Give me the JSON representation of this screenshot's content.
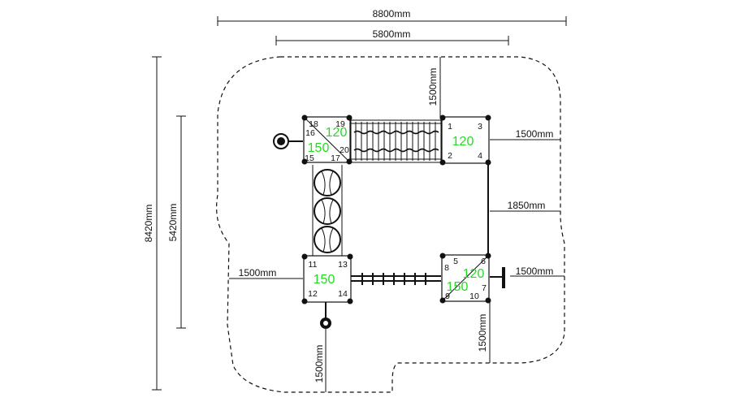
{
  "dimensions": {
    "total_width": "8800mm",
    "inner_width": "5800mm",
    "total_height": "8420mm",
    "inner_height": "5420mm",
    "top_clearance": "1500mm",
    "right_top_clearance": "1500mm",
    "right_mid_clearance": "1850mm",
    "right_bottom_clearance": "1500mm",
    "left_clearance": "1500mm",
    "bottom_left_clearance": "1500mm",
    "bottom_right_clearance": "1500mm"
  },
  "platforms": {
    "top_left": {
      "nums": [
        "18",
        "19",
        "16",
        "15",
        "20",
        "17"
      ],
      "heights": [
        "120",
        "150"
      ]
    },
    "top_right": {
      "nums": [
        "1",
        "3",
        "2",
        "4"
      ],
      "heights": [
        "120"
      ]
    },
    "bottom_left": {
      "nums": [
        "11",
        "13",
        "12",
        "14"
      ],
      "heights": [
        "150"
      ]
    },
    "bottom_right": {
      "nums": [
        "5",
        "6",
        "8",
        "7",
        "9",
        "10"
      ],
      "heights": [
        "120",
        "150"
      ]
    }
  }
}
